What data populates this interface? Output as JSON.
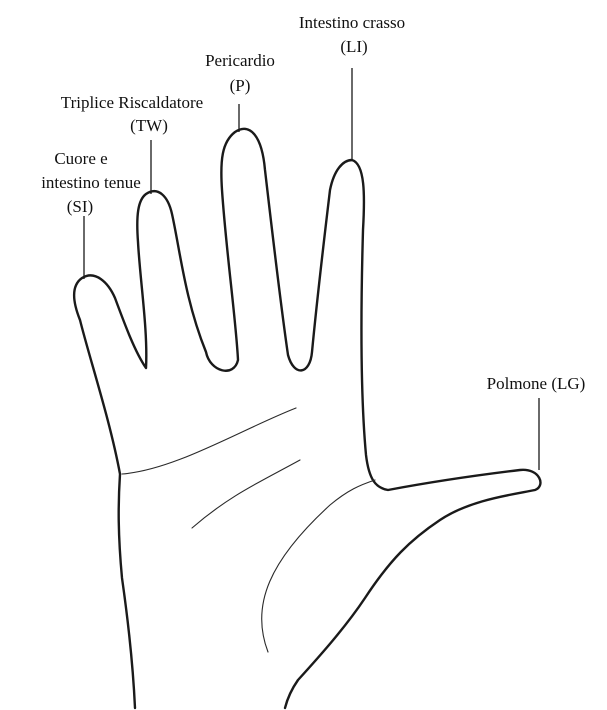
{
  "labels": {
    "large_intestine": {
      "line1": "Intestino crasso",
      "line2": "(LI)"
    },
    "pericardium": {
      "line1": "Pericardio",
      "line2": "(P)"
    },
    "triple_warmer": {
      "line1": "Triplice Riscaldatore",
      "line2": "(TW)"
    },
    "heart_small_intestine": {
      "line1": "Cuore e",
      "line2": "intestino tenue",
      "line3": "(SI)"
    },
    "lung": {
      "line1": "Polmone (LG)"
    }
  },
  "colors": {
    "ink": "#1a1a1a",
    "paper": "#ffffff"
  }
}
